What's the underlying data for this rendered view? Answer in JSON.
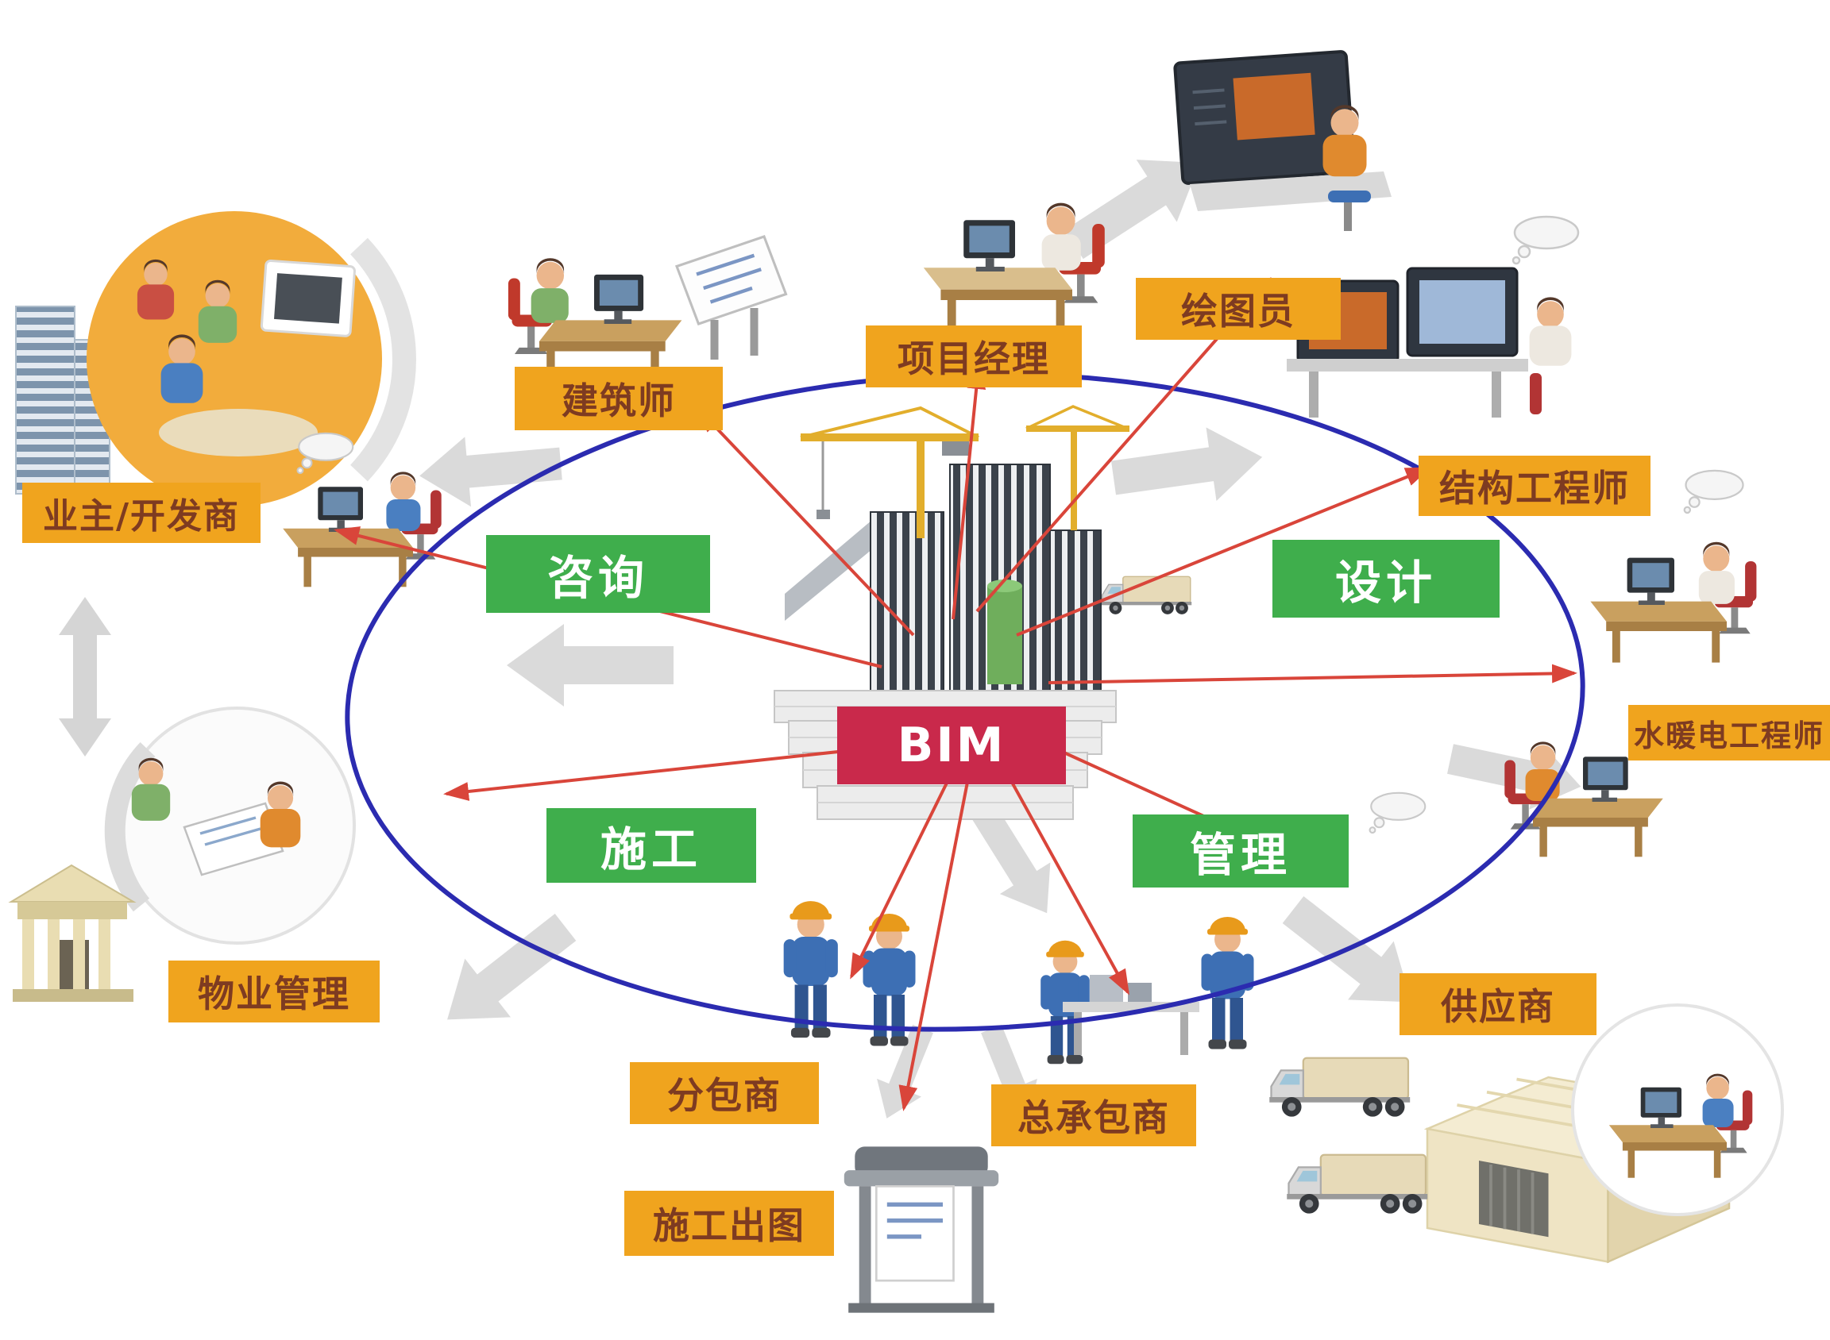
{
  "center": {
    "label": "BIM"
  },
  "phases": {
    "consulting": "咨询",
    "design": "设计",
    "construction": "施工",
    "management": "管理"
  },
  "roles": {
    "owner_developer": "业主/开发商",
    "architect": "建筑师",
    "project_manager": "项目经理",
    "draftsman": "绘图员",
    "structural_engineer": "结构工程师",
    "mep_engineer": "水暖电工程师",
    "supplier": "供应商",
    "general_contractor": "总承包商",
    "subcontractor": "分包商",
    "construction_drawings": "施工出图",
    "property_management": "物业管理"
  },
  "colors": {
    "role_badge_bg": "#F0A41E",
    "role_badge_text": "#7E3B21",
    "phase_badge_bg": "#3FAE4C",
    "phase_badge_text": "#FFFFFF",
    "center_badge_bg": "#C9294B",
    "center_badge_text": "#FFFFFF",
    "ring": "#2B2BB0",
    "connector_lines": "#D9453A",
    "flow_arrows": "#DADADA"
  }
}
